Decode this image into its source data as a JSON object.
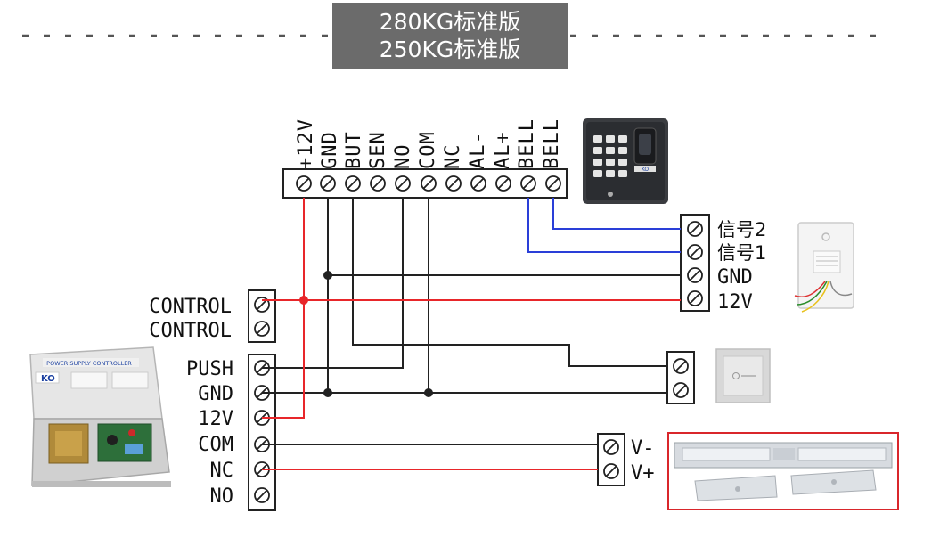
{
  "header": {
    "title_line1": "280KG标准版",
    "title_line2": "250KG标准版"
  },
  "controller_terminals": [
    "+12V",
    "GND",
    "BUT",
    "SEN",
    "NO",
    "COM",
    "NC",
    "AL-",
    "AL+",
    "BELL",
    "BELL"
  ],
  "doorbell_terminals": [
    "信号2",
    "信号1",
    "GND",
    "12V"
  ],
  "power_supply_control_terminals": [
    "CONTROL",
    "CONTROL"
  ],
  "power_supply_terminals": [
    "PUSH",
    "GND",
    "12V",
    "COM",
    "NC",
    "NO"
  ],
  "lock_terminals": [
    "V-",
    "V+"
  ],
  "power_supply_device": {
    "panel_text": "POWER SUPPLY CONTROLLER",
    "brand": "KO"
  },
  "keypad_device": {
    "brand": "KO"
  },
  "colors": {
    "wire_black": "#222222",
    "wire_red": "#e8262a",
    "wire_blue": "#2a3fd8",
    "title_bg": "#6b6b6b",
    "lock_frame": "#d9262b"
  }
}
